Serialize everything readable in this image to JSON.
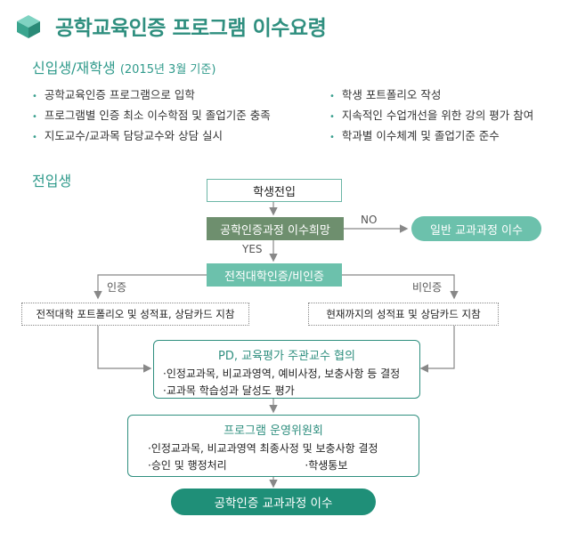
{
  "header": {
    "title": "공학교육인증 프로그램 이수요령",
    "icon": "cube-icon"
  },
  "section1": {
    "heading": "신입생/재학생",
    "heading_note": "(2015년 3월 기준)",
    "bullets_left": [
      "공학교육인증 프로그램으로 입학",
      "프로그램별 인증 최소 이수학점 및 졸업기준 충족",
      "지도교수/교과목 담당교수와 상담 실시"
    ],
    "bullets_right": [
      "학생 포트폴리오 작성",
      "지속적인 수업개선을 위한 강의 평가 참여",
      "학과별 이수체계 및 졸업기준 준수"
    ]
  },
  "section2": {
    "heading": "전입생"
  },
  "flow": {
    "start": "학생전입",
    "wish": "공학인증과정 이수희망",
    "no_label": "NO",
    "general": "일반 교과과정 이수",
    "yes_label": "YES",
    "certified_check": "전적대학인증/비인증",
    "certified_label": "인증",
    "uncertified_label": "비인증",
    "certified_docs": "전적대학 포트폴리오 및 성적표, 상담카드 지참",
    "uncertified_docs": "현재까지의 성적표 및 상담카드 지참",
    "consult": {
      "title": "PD, 교육평가 주관교수 협의",
      "lines": [
        "·인정교과목, 비교과영역, 예비사정, 보충사항 등 결정",
        "·교과목 학습성과 달성도 평가"
      ]
    },
    "committee": {
      "title": "프로그램 운영위원회",
      "line1": "·인정교과목, 비교과영역 최종사정 및 보충사항 결정",
      "line2a": "·승인 및 행정처리",
      "line2b": "·학생통보"
    },
    "final": "공학인증 교과과정 이수"
  },
  "colors": {
    "accent": "#2f8f7f",
    "gray_box": "#6e8f6e",
    "light_green": "#6cc1ac",
    "final_green": "#1f8f78"
  }
}
